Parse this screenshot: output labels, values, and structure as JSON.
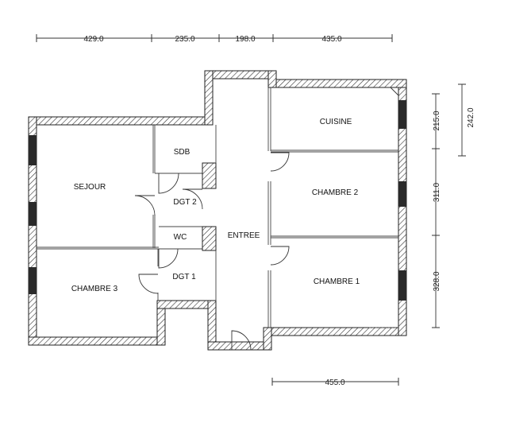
{
  "rooms": {
    "sejour": "SEJOUR",
    "sdb": "SDB",
    "dgt2": "DGT 2",
    "wc": "WC",
    "dgt1": "DGT 1",
    "chambre3": "CHAMBRE 3",
    "entree": "ENTREE",
    "cuisine": "CUISINE",
    "chambre2": "CHAMBRE 2",
    "chambre1": "CHAMBRE 1"
  },
  "dimensions": {
    "top": [
      "429.0",
      "235.0",
      "198.0",
      "435.0"
    ],
    "right_outer": "242.0",
    "right_inner": [
      "215.0",
      "311.0",
      "328.0"
    ],
    "bottom": "455.0"
  }
}
